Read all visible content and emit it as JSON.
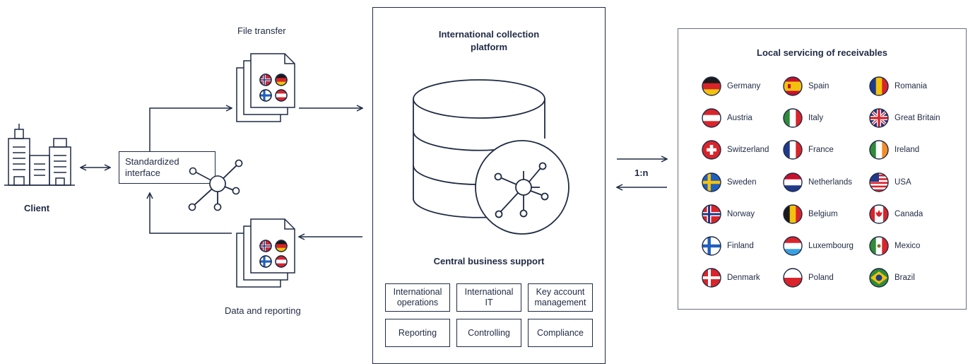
{
  "client": {
    "label": "Client"
  },
  "interface": {
    "label_line1": "Standardized",
    "label_line2": "interface"
  },
  "file_transfer": {
    "label": "File transfer"
  },
  "data_reporting": {
    "label": "Data and reporting"
  },
  "platform": {
    "title_line1": "International collection",
    "title_line2": "platform",
    "support_title": "Central business support",
    "support_items": [
      {
        "line1": "International",
        "line2": "operations"
      },
      {
        "line1": "International",
        "line2": "IT"
      },
      {
        "line1": "Key account",
        "line2": "management"
      },
      {
        "line1": "Reporting",
        "line2": ""
      },
      {
        "line1": "Controlling",
        "line2": ""
      },
      {
        "line1": "Compliance",
        "line2": ""
      }
    ]
  },
  "relation": {
    "label": "1:n"
  },
  "local": {
    "title": "Local servicing of receivables",
    "countries": [
      "Germany",
      "Spain",
      "Romania",
      "Austria",
      "Italy",
      "Great Britain",
      "Switzerland",
      "France",
      "Ireland",
      "Sweden",
      "Netherlands",
      "USA",
      "Norway",
      "Belgium",
      "Canada",
      "Finland",
      "Luxembourg",
      "Mexico",
      "Denmark",
      "Poland",
      "Brazil"
    ]
  },
  "colors": {
    "ink": "#1f2a44",
    "border": "#6a7080"
  }
}
